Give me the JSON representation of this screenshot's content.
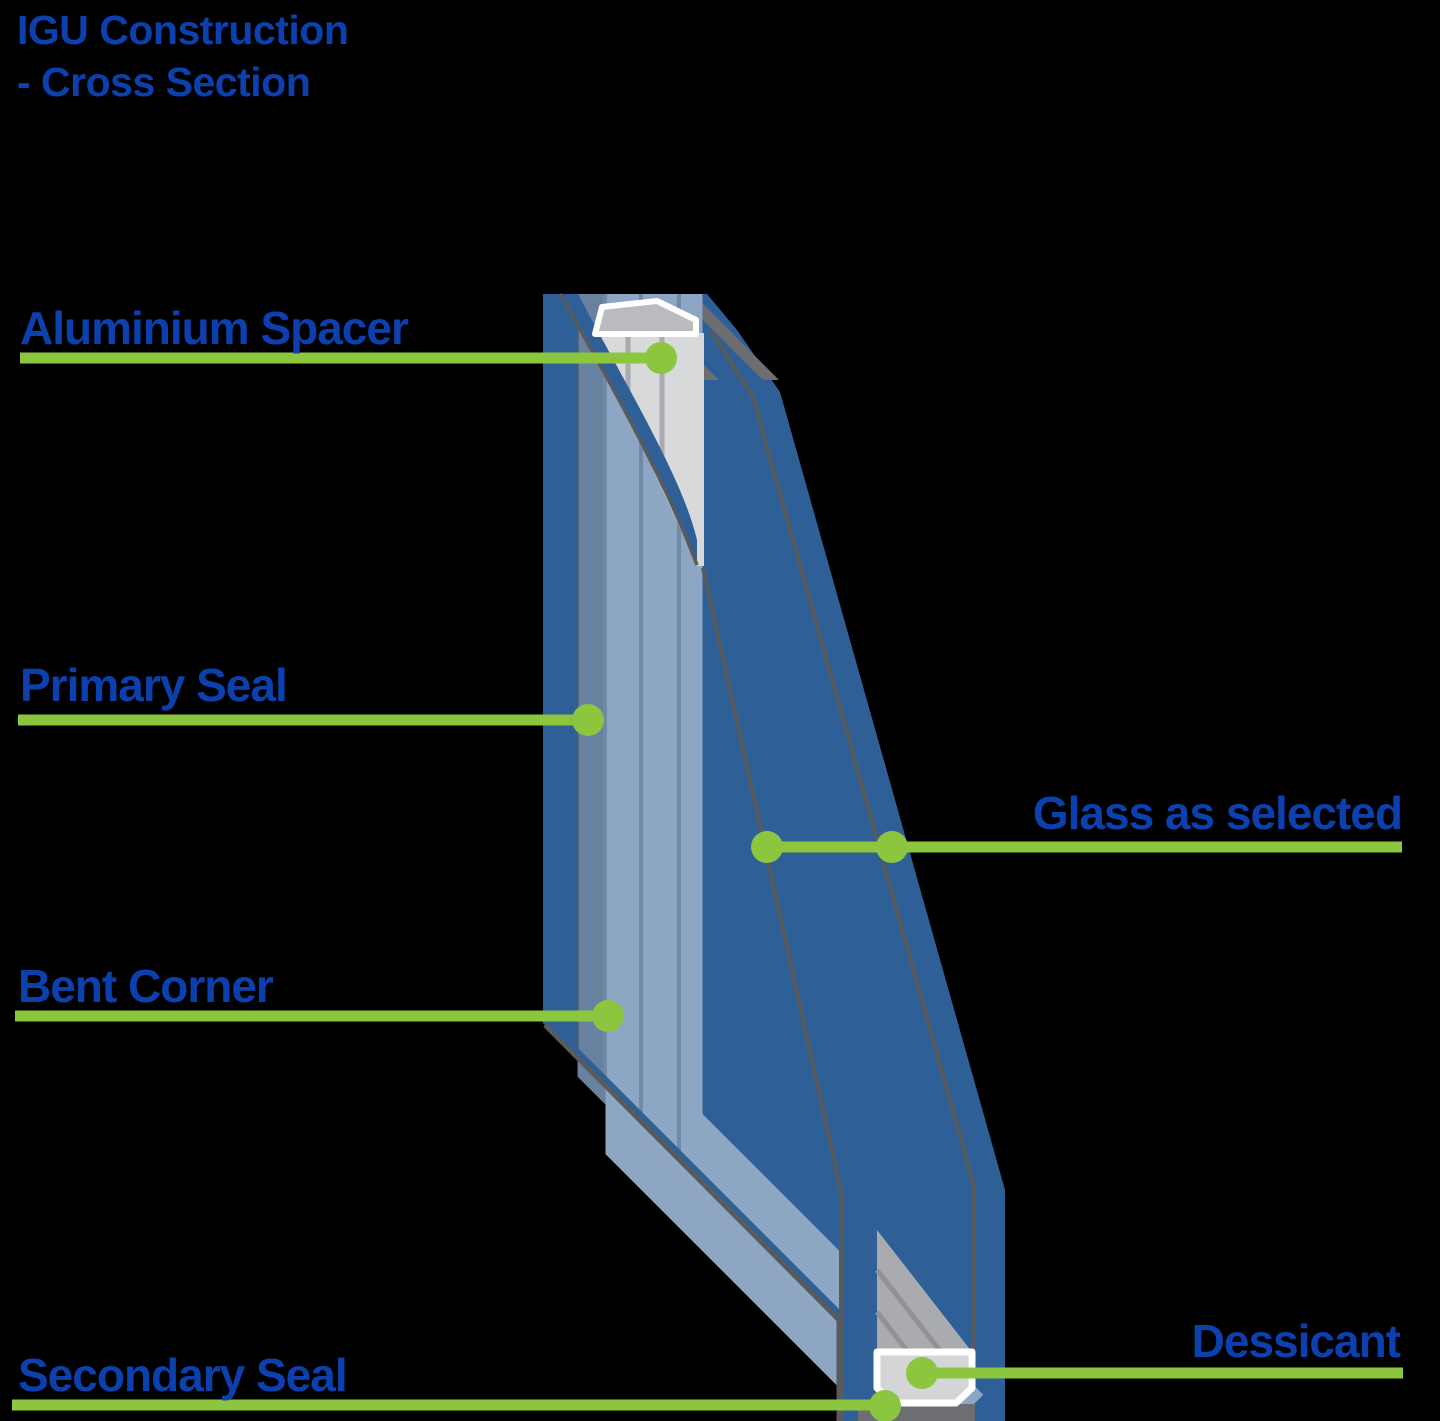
{
  "title": {
    "line1": "IGU Construction",
    "line2": "- Cross Section"
  },
  "labels": {
    "aluminium_spacer": "Aluminium Spacer",
    "primary_seal": "Primary Seal",
    "bent_corner": "Bent Corner",
    "secondary_seal": "Secondary Seal",
    "glass_as_selected": "Glass as selected",
    "dessicant": "Dessicant"
  },
  "colors": {
    "green": "#8CC63F",
    "label_blue": "#0C40AE",
    "glass_blue": "#2E6097",
    "slate": "#68819F",
    "light_band": "#8CA6C3",
    "divider": "#7089A7",
    "outline_gray": "#595A5C",
    "face_gray": "#6D6E71",
    "spacer_face": "#D8D9DA",
    "spacer_top": "#B9BBBE",
    "wedge_gray": "#A9ABAE",
    "wedge_ridge": "#909295",
    "container_fill": "#D4D5D7",
    "background": "#000000"
  }
}
